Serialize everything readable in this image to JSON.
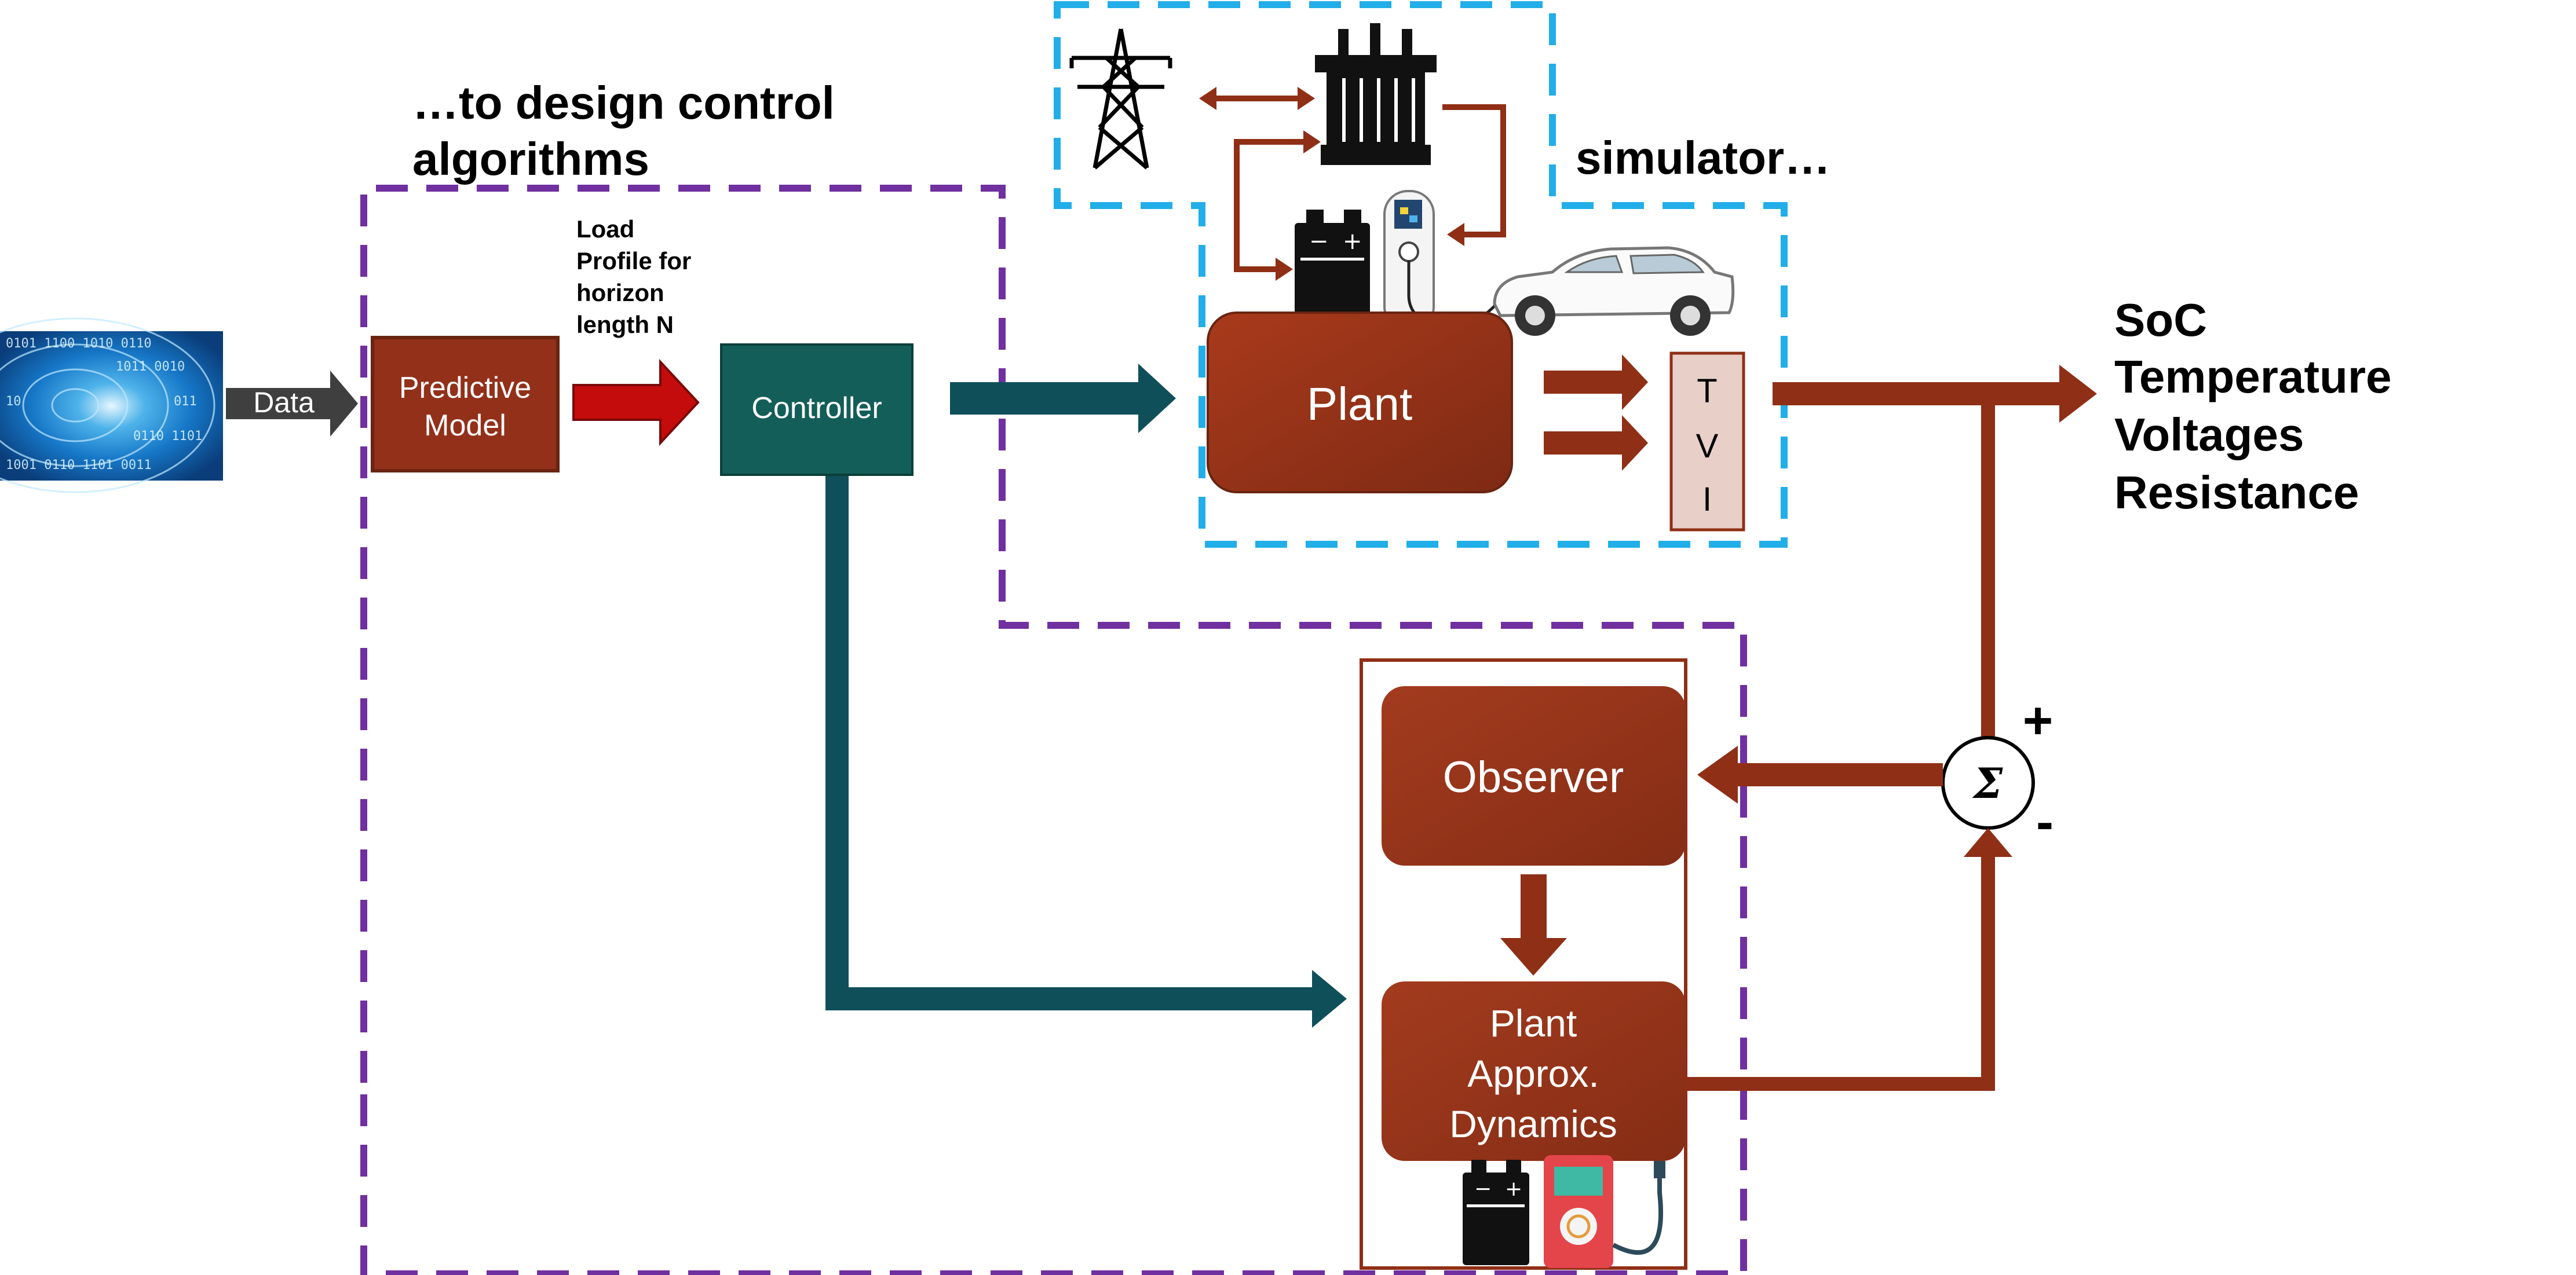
{
  "headings": {
    "design": [
      "…to design control",
      "algorithms"
    ],
    "simulator": "simulator…"
  },
  "blocks": {
    "data_arrow": "Data",
    "predictive_model": [
      "Predictive",
      "Model"
    ],
    "load_profile": [
      "Load",
      "Profile for",
      "horizon",
      "length N"
    ],
    "controller": "Controller",
    "plant": "Plant",
    "tvi": [
      "T",
      "V",
      "I"
    ],
    "observer": "Observer",
    "plant_approx": [
      "Plant",
      "Approx.",
      "Dynamics"
    ],
    "sum_symbol": "Σ",
    "sum_plus": "+",
    "sum_minus": "-"
  },
  "outputs": [
    "SoC",
    "Temperature",
    "Voltages",
    "Resistance"
  ],
  "colors": {
    "rust": "#8f2f16",
    "rust_box": "#93301a",
    "teal_dark": "#135e58",
    "teal_arrow": "#0f4f5a",
    "red_arrow": "#c40c0c",
    "purple_dash": "#7030a0",
    "cyan_dash": "#22aee8",
    "tvi_fill": "#e8cfc8"
  },
  "icons": [
    "data-tunnel-icon",
    "power-tower-icon",
    "transformer-icon",
    "battery-icon",
    "ev-charger-icon",
    "electric-car-icon",
    "battery-tester-icon"
  ]
}
